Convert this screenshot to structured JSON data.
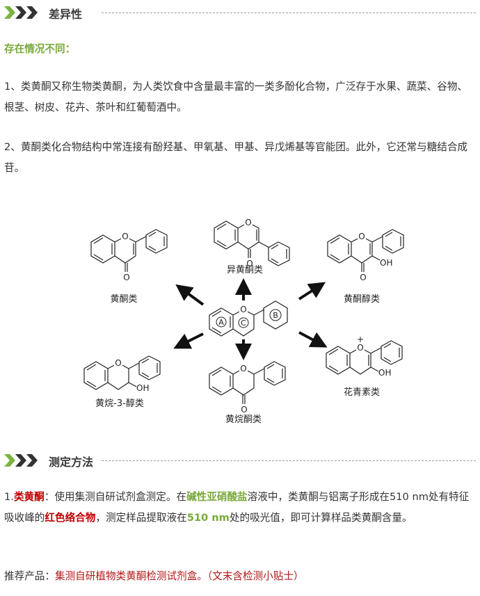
{
  "section1": {
    "title": "差异性",
    "subtitle": "存在情况不同：",
    "p1": "1、类黄酮又称生物类黄酮，为人类饮食中含量最丰富的一类多酚化合物，广泛存于水果、蔬菜、谷物、根茎、树皮、花卉、茶叶和红葡萄酒中。",
    "p2": "2、黄酮类化合物结构中常连接有酚羟基、甲氧基、甲基、异戊烯基等官能团。此外，它还常与糖结合成苷。"
  },
  "diagram": {
    "labels": {
      "flavone": "黄酮类",
      "isoflavone": "异黄酮类",
      "flavonol": "黄酮醇类",
      "flavanol": "黄烷-3-醇类",
      "flavanone": "黄烷酮类",
      "anthocyanidin": "花青素类"
    },
    "atoms": {
      "o": "O",
      "oh": "OH",
      "plus": "+"
    },
    "rings": {
      "a": "A",
      "b": "B",
      "c": "C"
    }
  },
  "section2": {
    "title": "测定方法",
    "method_num": "1.",
    "method_name": "类黄酮",
    "m1": "：使用集测自研试剂盒测定。在",
    "m2": "碱性亚硝酸盐",
    "m3": "溶液中，类黄酮与铝离子形成在510 nm处有特征吸收峰的",
    "m4": "红色络合物",
    "m5": "，测定样品提取液在",
    "m6": "510 nm",
    "m7": "处的吸光值，即可计算样品类黄酮含量。",
    "rec_label": "推荐产品：",
    "rec_product": "集测自研植物类黄酮检测试剂盒。（文末含检测小贴士）"
  },
  "colors": {
    "green": "#79a93a",
    "red": "#c00000",
    "dark": "#2b2b2b"
  }
}
